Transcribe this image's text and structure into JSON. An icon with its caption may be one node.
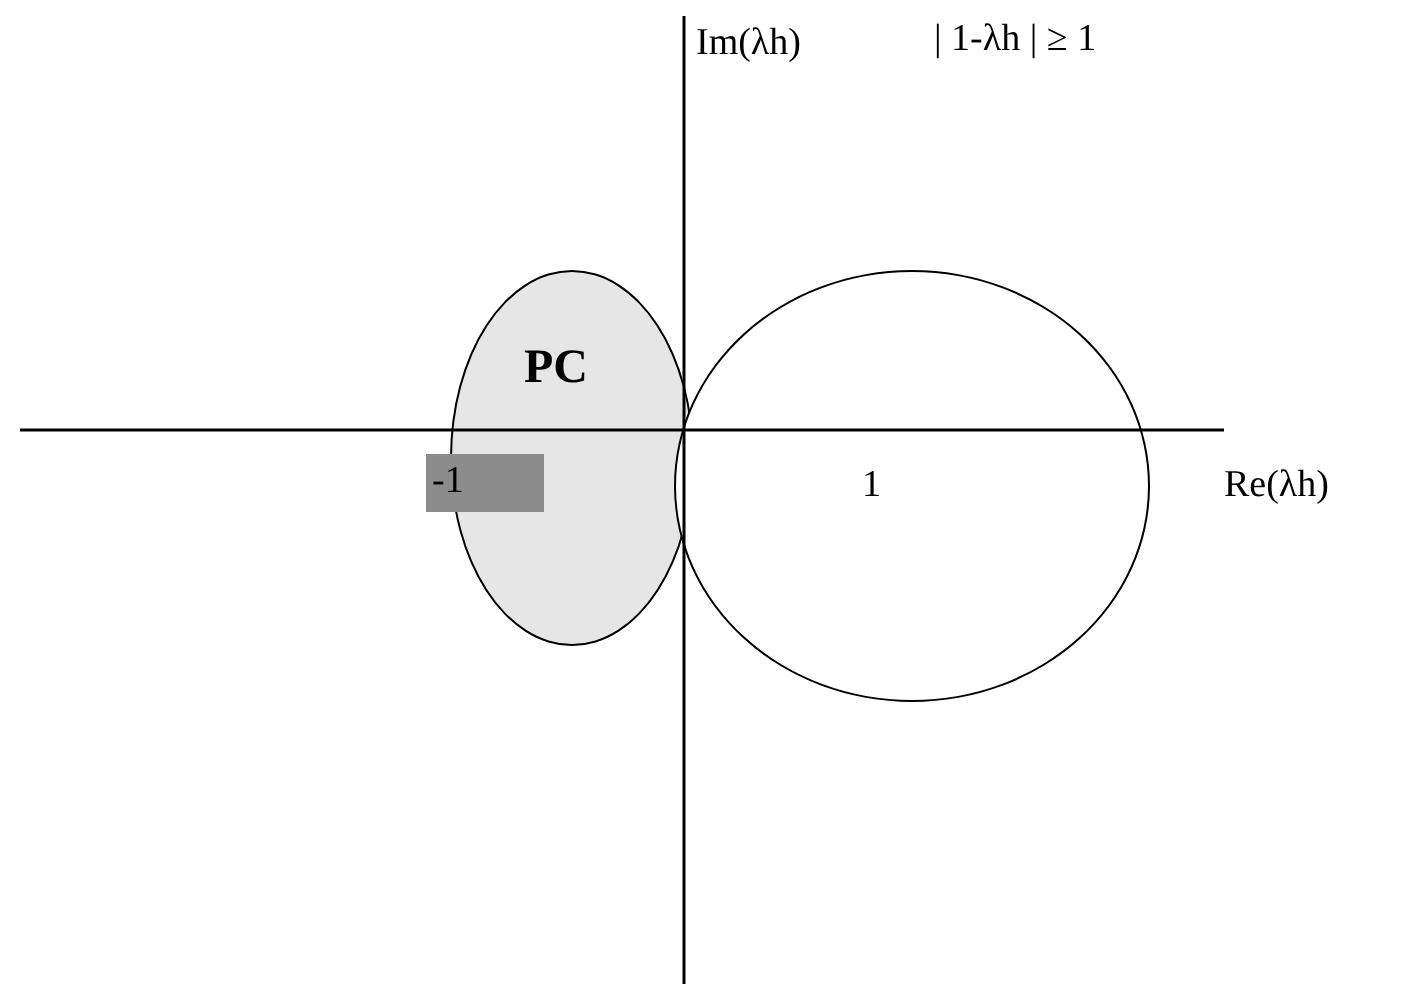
{
  "diagram": {
    "nodes": [
      {
        "text": [
          "PC"
        ]
      },
      {
        "text": [],
        "shape": "circle"
      }
    ],
    "labels": [
      "Im(λh)",
      "| 1-λh | ≥ 1",
      "-1",
      "1",
      "Re(λh)"
    ]
  }
}
